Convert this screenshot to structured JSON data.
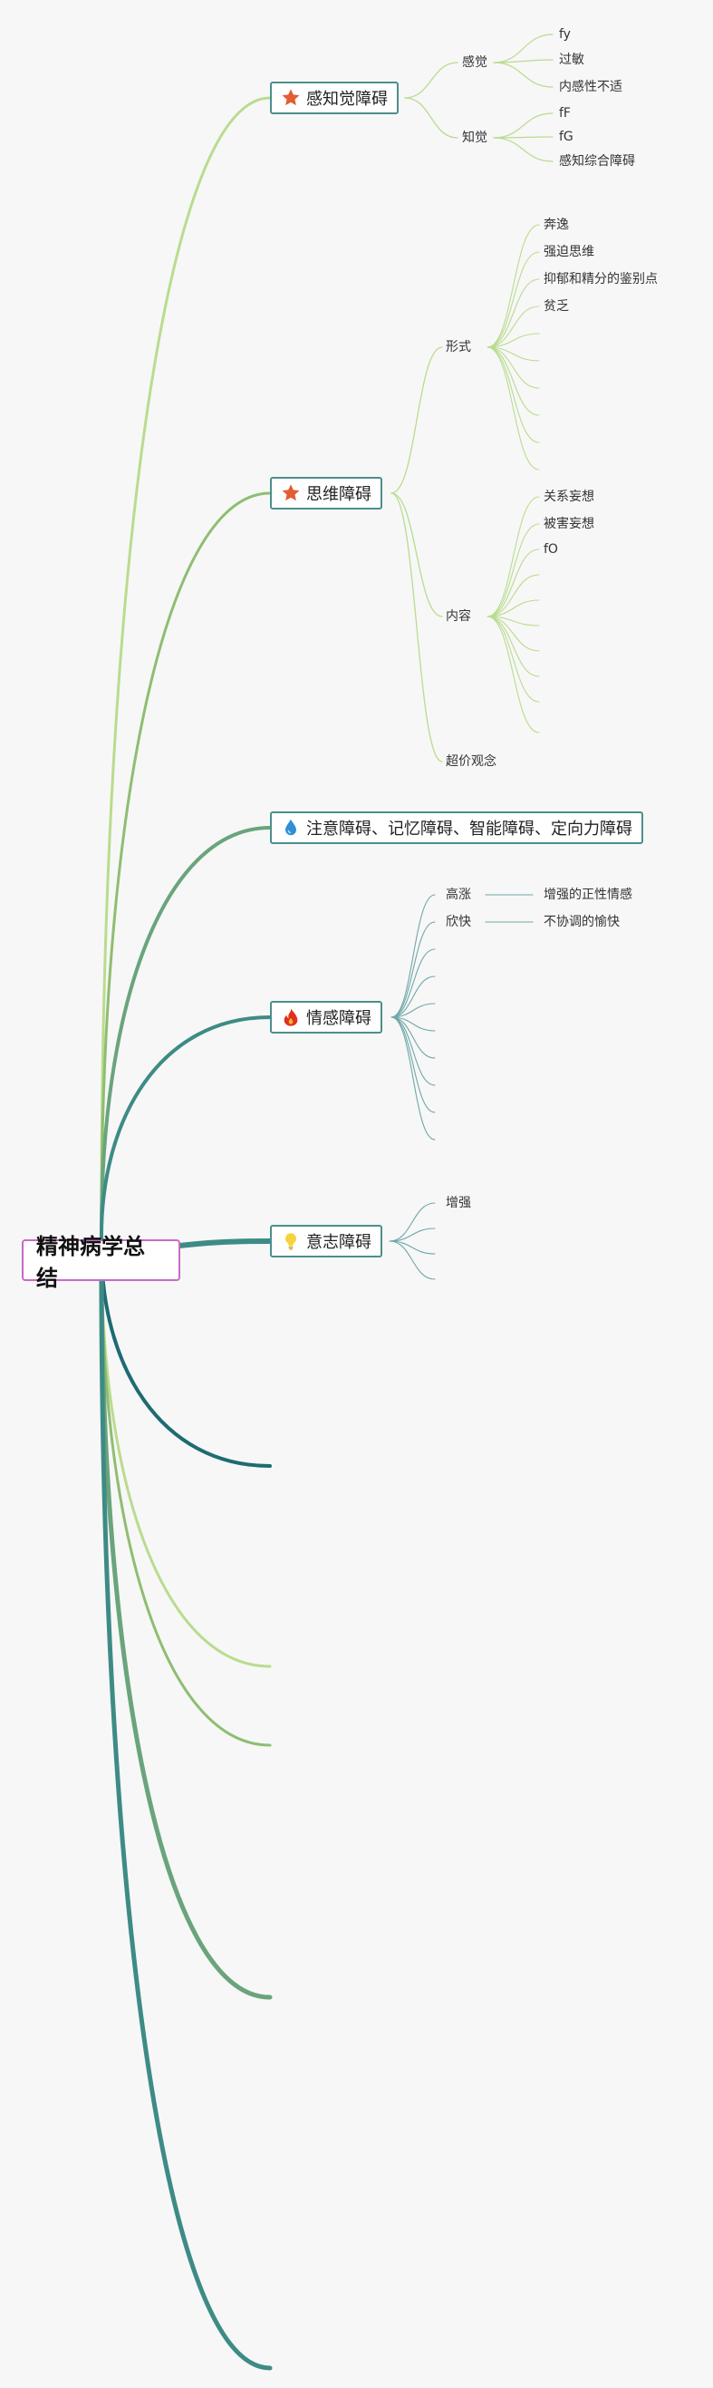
{
  "root": {
    "label": "精神病学总结"
  },
  "topics": {
    "perception": {
      "label": "感知觉障碍",
      "icon": "star-icon"
    },
    "thinking": {
      "label": "思维障碍",
      "icon": "star-icon"
    },
    "attention": {
      "label": "注意障碍、记忆障碍、智能障碍、定向力障碍",
      "icon": "water-drop-icon"
    },
    "emotion": {
      "label": "情感障碍",
      "icon": "flame-icon"
    },
    "will": {
      "label": "意志障碍",
      "icon": "lightbulb-icon"
    }
  },
  "perception": {
    "sensation": {
      "label": "感觉",
      "items": [
        "fy",
        "过敏",
        "内感性不适"
      ]
    },
    "cognition": {
      "label": "知觉",
      "items": [
        "fF",
        "fG",
        "感知综合障碍"
      ]
    }
  },
  "thinking": {
    "form": {
      "label": "形式",
      "items": [
        "奔逸",
        "强迫思维",
        "抑郁和精分的鉴别点",
        "贫乏"
      ]
    },
    "content": {
      "label": "内容",
      "items": [
        "关系妄想",
        "被害妄想",
        "fO"
      ]
    },
    "overvalued": {
      "label": "超价观念"
    }
  },
  "emotion": {
    "items": [
      {
        "label": "高涨",
        "detail": "增强的正性情感"
      },
      {
        "label": "欣快",
        "detail": "不协调的愉快"
      }
    ]
  },
  "will": {
    "items": [
      "增强"
    ]
  },
  "colors": {
    "branch_light": "#b9dc8e",
    "branch_mid": "#8fbd72",
    "branch_teal": "#3e8b86",
    "branch_dark": "#1e6b73",
    "topic_border": "#4c8f8c",
    "root_border": "#c76bc4"
  }
}
